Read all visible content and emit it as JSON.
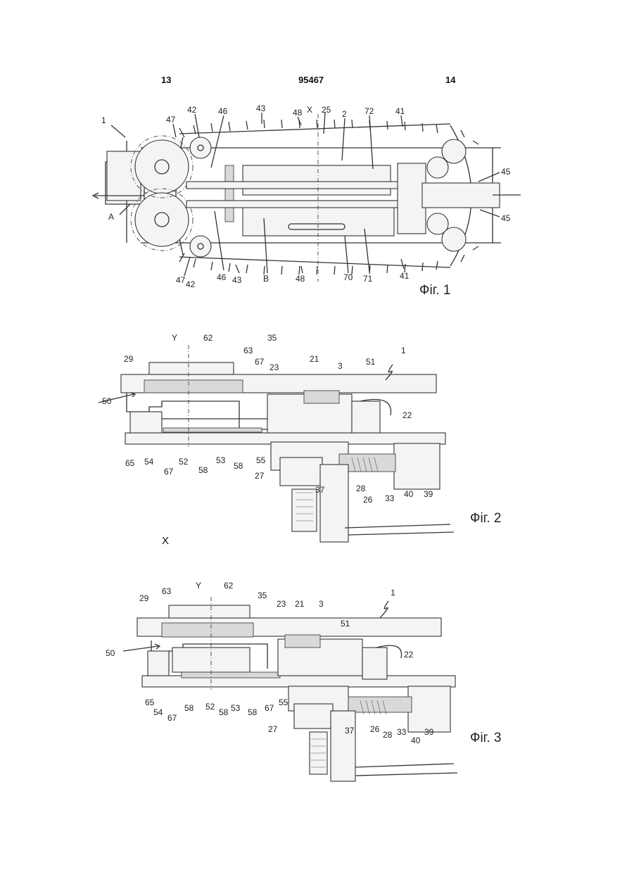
{
  "header": {
    "left_page": "13",
    "center_number": "95467",
    "right_page": "14"
  },
  "figures": [
    {
      "caption": "Фіг. 1",
      "labels": [
        "1",
        "47",
        "42",
        "46",
        "43",
        "48",
        "X",
        "25",
        "2",
        "72",
        "41",
        "45",
        "A",
        "45",
        "47",
        "42",
        "46",
        "43",
        "B",
        "48",
        "70",
        "71",
        "41"
      ]
    },
    {
      "caption": "Фіг. 2",
      "labels": [
        "Y",
        "62",
        "35",
        "63",
        "29",
        "67",
        "23",
        "21",
        "3",
        "51",
        "1",
        "50",
        "22",
        "65",
        "54",
        "67",
        "52",
        "58",
        "53",
        "58",
        "55",
        "27",
        "37",
        "28",
        "26",
        "33",
        "40",
        "39"
      ]
    },
    {
      "caption": "Фіг. 3",
      "labels": [
        "63",
        "Y",
        "62",
        "35",
        "1",
        "29",
        "23",
        "21",
        "3",
        "51",
        "50",
        "22",
        "65",
        "54",
        "67",
        "58",
        "52",
        "58",
        "53",
        "58",
        "67",
        "55",
        "27",
        "37",
        "26",
        "28",
        "33",
        "40",
        "39"
      ]
    }
  ],
  "axis_marker": "X",
  "colors": {
    "ink": "#222222",
    "paper": "#ffffff",
    "fill": "#d9d9d9"
  }
}
